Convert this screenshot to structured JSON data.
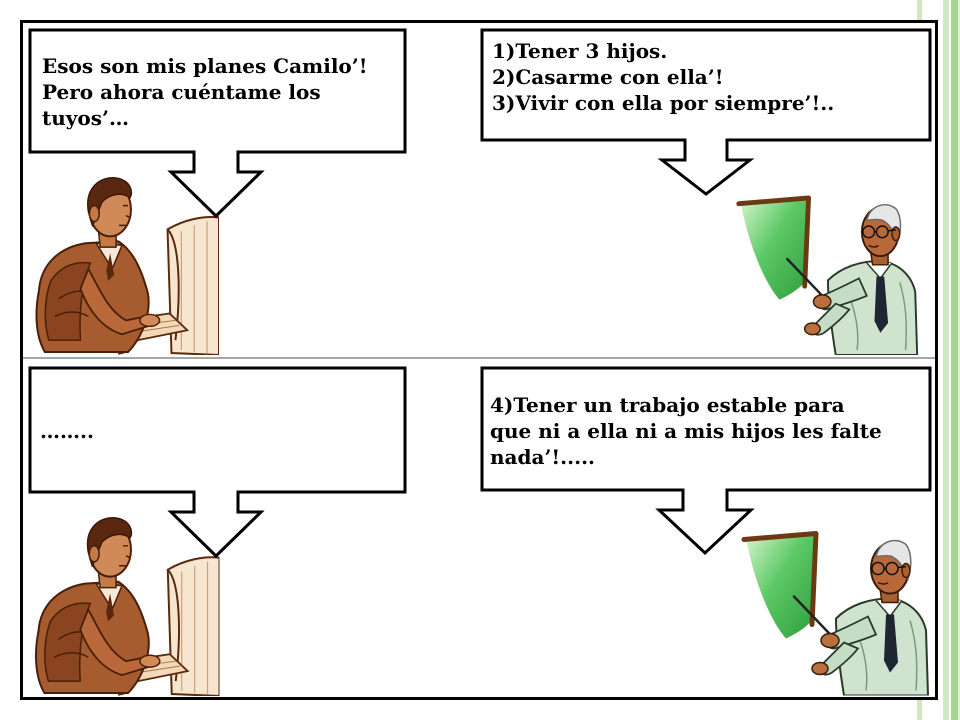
{
  "slide": {
    "panels": {
      "top_left": {
        "illustration": "man-at-computer",
        "lines": [
          "Esos son mis planes Camilo’!",
          "Pero ahora cuéntame los",
          "tuyos’…"
        ]
      },
      "top_right": {
        "illustration": "man-pointing-at-board",
        "lines": [
          "1)Tener 3 hijos.",
          "2)Casarme con ella’!",
          "3)Vivir con ella por siempre’!.."
        ]
      },
      "bottom_left": {
        "illustration": "man-at-computer",
        "lines": [
          "…….."
        ]
      },
      "bottom_right": {
        "illustration": "man-pointing-at-board",
        "lines": [
          "4)Tener un trabajo estable para",
          "que ni a ella ni a mis hijos les falte",
          "nada’!....."
        ]
      }
    }
  },
  "colors": {
    "frame": "#000000",
    "callout_border": "#000000",
    "callout_fill": "#ffffff",
    "text": "#000000",
    "divider": "#a6a6a6",
    "stripe_green": "#a5d590",
    "stripe_light_green": "#cfe8bf"
  }
}
